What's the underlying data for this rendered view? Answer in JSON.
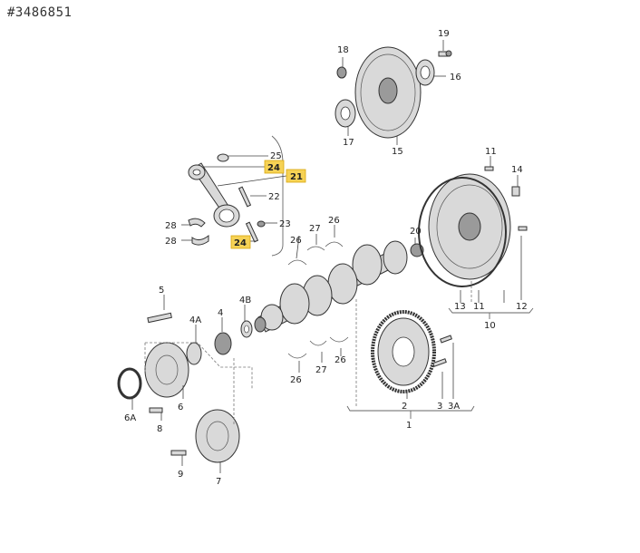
{
  "reference": "#3486851",
  "callouts": {
    "c1": "1",
    "c2": "2",
    "c3": "3",
    "c3a": "3A",
    "c4": "4",
    "c4a": "4A",
    "c4b": "4B",
    "c5": "5",
    "c6": "6",
    "c6a": "6A",
    "c7": "7",
    "c8": "8",
    "c9": "9",
    "c10": "10",
    "c11a": "11",
    "c11b": "11",
    "c12": "12",
    "c13": "13",
    "c14": "14",
    "c15": "15",
    "c16": "16",
    "c17": "17",
    "c18": "18",
    "c19": "19",
    "c20": "20",
    "c21": "21",
    "c22": "22",
    "c23": "23",
    "c24a": "24",
    "c24b": "24",
    "c25": "25",
    "c26a": "26",
    "c26b": "26",
    "c26c": "26",
    "c26d": "26",
    "c27a": "27",
    "c27b": "27",
    "c28a": "28",
    "c28b": "28"
  },
  "highlight_color": "#f6d255"
}
